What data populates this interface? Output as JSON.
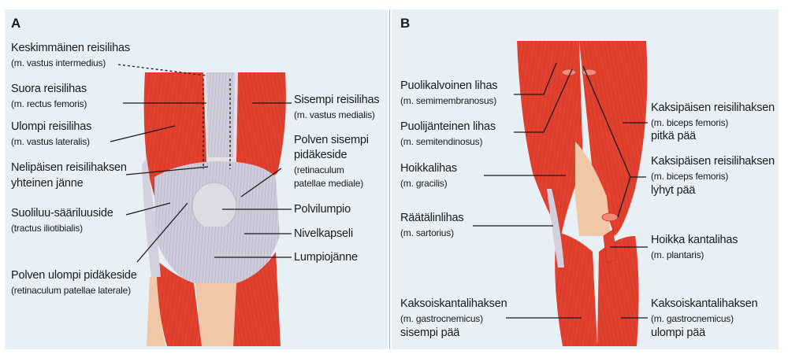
{
  "panel_a": {
    "letter": "A",
    "labels": {
      "keskimmainen": {
        "name": "Keskimmäinen reisilihas",
        "latin": "(m. vastus intermedius)"
      },
      "suora": {
        "name": "Suora reisilihas",
        "latin": "(m. rectus femoris)"
      },
      "ulompi": {
        "name": "Ulompi reisilihas",
        "latin": "(m. vastus lateralis)"
      },
      "nelipainen": {
        "line1": "Nelipäisen reisilihaksen",
        "line2": "yhteinen jänne"
      },
      "suoliluu": {
        "name": "Suoliluu-sääriluuside",
        "latin": "(tractus iliotibialis)"
      },
      "ulompi_pidakeside": {
        "name": "Polven ulompi pidäkeside",
        "latin": "(retinaculum patellae laterale)"
      },
      "sisempi": {
        "name": "Sisempi reisilihas",
        "latin": "(m. vastus medialis)"
      },
      "sisempi_pidakeside": {
        "line1": "Polven sisempi",
        "line2": "pidäkeside",
        "latin1": "(retinaculum",
        "latin2": "patellae mediale)"
      },
      "polvilumpio": {
        "name": "Polvilumpio"
      },
      "nivelkapseli": {
        "name": "Nivelkapseli"
      },
      "lumpiojanne": {
        "name": "Lumpiojänne"
      }
    }
  },
  "panel_b": {
    "letter": "B",
    "labels": {
      "puolikalvoinen": {
        "name": "Puolikalvoinen lihas",
        "latin": "(m. semimembranosus)"
      },
      "puolijanteinen": {
        "name": "Puolijänteinen lihas",
        "latin": "(m. semitendinosus)"
      },
      "hoikkalihas": {
        "name": "Hoikkalihas",
        "latin": "(m. gracilis)"
      },
      "ratalinlihas": {
        "name": "Räätälinlihas",
        "latin": "(m. sartorius)"
      },
      "kaksois_sisempi": {
        "name": "Kaksoiskantalihaksen",
        "latin": "(m. gastrocnemicus)",
        "part": "sisempi pää"
      },
      "biceps_pitka": {
        "name": "Kaksipäisen reisilihaksen",
        "latin": "(m. biceps femoris)",
        "part": "pitkä pää"
      },
      "biceps_lyhyt": {
        "name": "Kaksipäisen reisilihaksen",
        "latin": "(m. biceps femoris)",
        "part": "lyhyt pää"
      },
      "plantaris": {
        "name": "Hoikka kantalihas",
        "latin": "(m. plantaris)"
      },
      "kaksois_ulompi": {
        "name": "Kaksoiskantalihaksen",
        "latin": "(m. gastrocnemicus)",
        "part": "ulompi pää"
      }
    }
  },
  "colors": {
    "panel_bg": "#e8f0f6",
    "muscle": "#e2412f",
    "muscle_dark": "#c8301f",
    "tendon": "#c9c7d6",
    "bone": "#f0c8a8",
    "leader": "#1a1a1a"
  }
}
